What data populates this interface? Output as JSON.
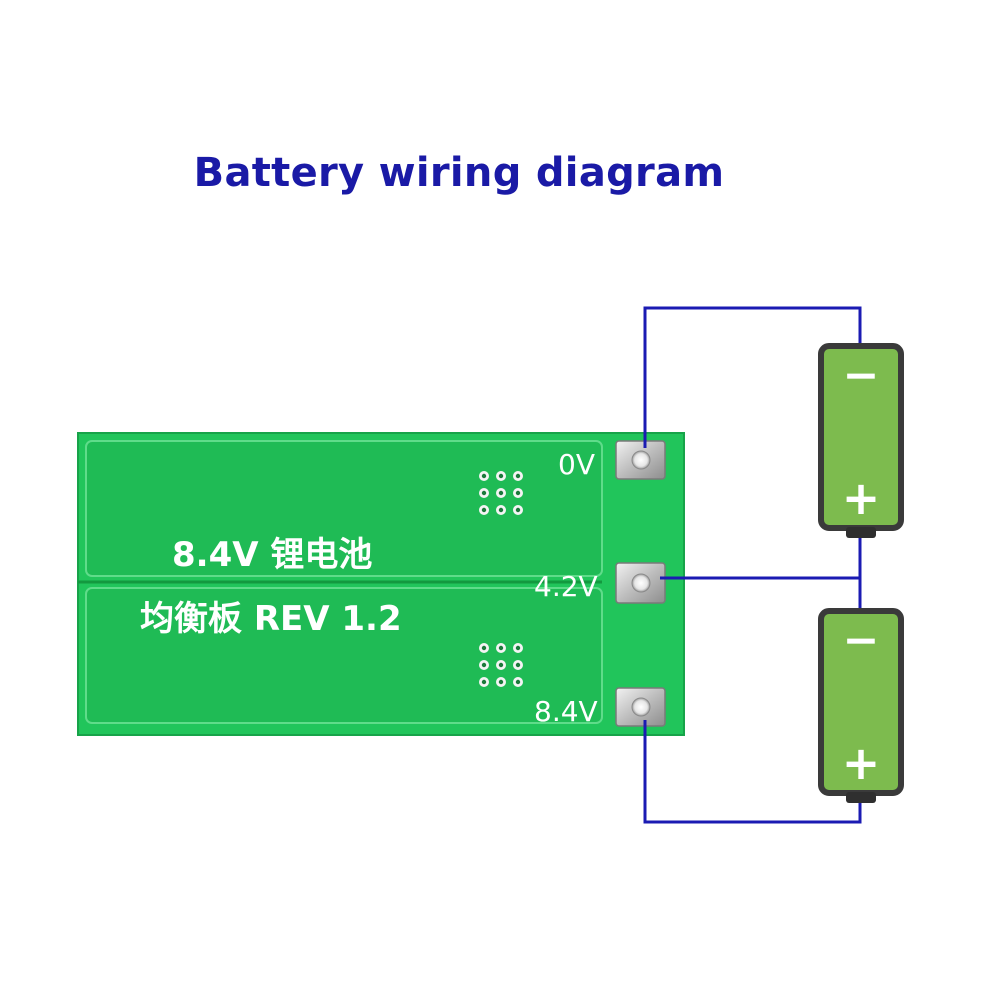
{
  "title": "Battery wiring diagram",
  "board": {
    "line1": "8.4V 锂电池",
    "line2": "均衡板 REV 1.2",
    "pads": [
      "0V",
      "4.2V",
      "8.4V"
    ]
  },
  "batteries": [
    {
      "top_sign": "−",
      "bottom_sign": "+"
    },
    {
      "top_sign": "−",
      "bottom_sign": "+"
    }
  ],
  "colors": {
    "title": "#1a1aa6",
    "wire": "#1b1bb3",
    "board": "#20c45a",
    "battery_fill": "#7dbb4e",
    "battery_outline": "#3a3a3a"
  }
}
